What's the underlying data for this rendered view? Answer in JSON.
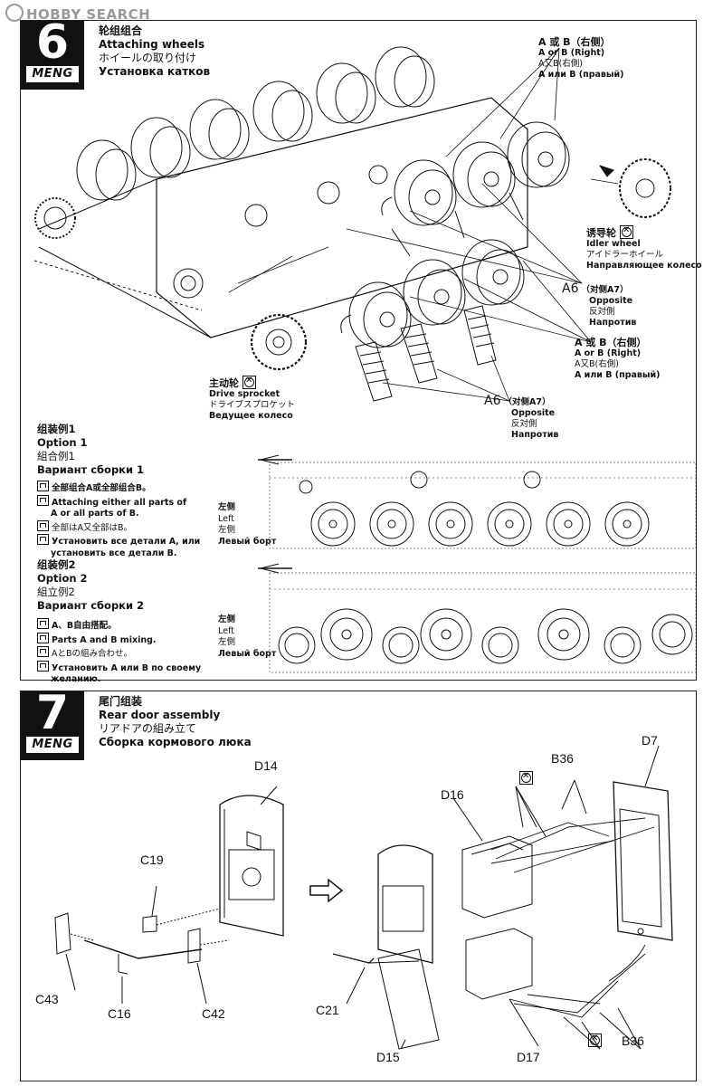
{
  "watermark": "HOBBY SEARCH",
  "brand": "MENG",
  "step6": {
    "number": "6",
    "title_zh": "轮组组合",
    "title_en": "Attaching wheels",
    "title_ja": "ホイールの取り付け",
    "title_ru": "Установка катков",
    "callouts": {
      "ab_right_top": {
        "zh": "A 或 B（右侧）",
        "en": "A or B (Right)",
        "ja": "A又B(右側)",
        "ru": "A или B (правый)"
      },
      "ab_right_mid": {
        "zh": "A 或 B（右侧）",
        "en": "A or B (Right)",
        "ja": "A又B(右側)",
        "ru": "A или B (правый)"
      },
      "idler": {
        "zh": "诱导轮",
        "en": "Idler wheel",
        "ja": "アイドラーホイール",
        "ru": "Направляющее колесо"
      },
      "a6_upper": {
        "part": "A6",
        "zh": "（对侧A7）",
        "en": "Opposite",
        "ja": "反対側",
        "ru": "Напротив"
      },
      "a6_lower": {
        "part": "A6",
        "zh": "（对侧A7）",
        "en": "Opposite",
        "ja": "反対側",
        "ru": "Напротив"
      },
      "sprocket": {
        "zh": "主动轮",
        "en": "Drive sprocket",
        "ja": "ドライブスプロケット",
        "ru": "Ведущее колесо"
      }
    },
    "option1": {
      "zh": "组装例1",
      "en": "Option 1",
      "ja": "組合例1",
      "ru": "Вариант сборки 1",
      "notes": [
        "全部组合A或全部组合B。",
        "Attaching either all parts of",
        "A or all parts of B.",
        "全部はA又全部はB。",
        "Установить все детали А, или",
        "установить все детали В."
      ],
      "side": {
        "zh": "左侧",
        "en": "Left",
        "ja": "左側",
        "ru": "Левый борт"
      }
    },
    "option2": {
      "zh": "组装例2",
      "en": "Option 2",
      "ja": "組立例2",
      "ru": "Вариант сборки 2",
      "notes": [
        "A、B自由搭配。",
        "Parts A and B mixing.",
        "AとBの組み合わせ。",
        "Установить А или В по своему",
        "желанию."
      ],
      "side": {
        "zh": "左侧",
        "en": "Left",
        "ja": "左側",
        "ru": "Левый борт"
      }
    }
  },
  "step7": {
    "number": "7",
    "title_zh": "尾门组装",
    "title_en": "Rear door assembly",
    "title_ja": "リアドアの組み立て",
    "title_ru": "Сборка кормового люка",
    "parts": {
      "d14": "D14",
      "c19": "C19",
      "c43": "C43",
      "c16": "C16",
      "c42": "C42",
      "c21": "C21",
      "d15": "D15",
      "d16": "D16",
      "d17": "D17",
      "d7": "D7",
      "b36_top": "B36",
      "b36_bottom": "B36"
    }
  }
}
